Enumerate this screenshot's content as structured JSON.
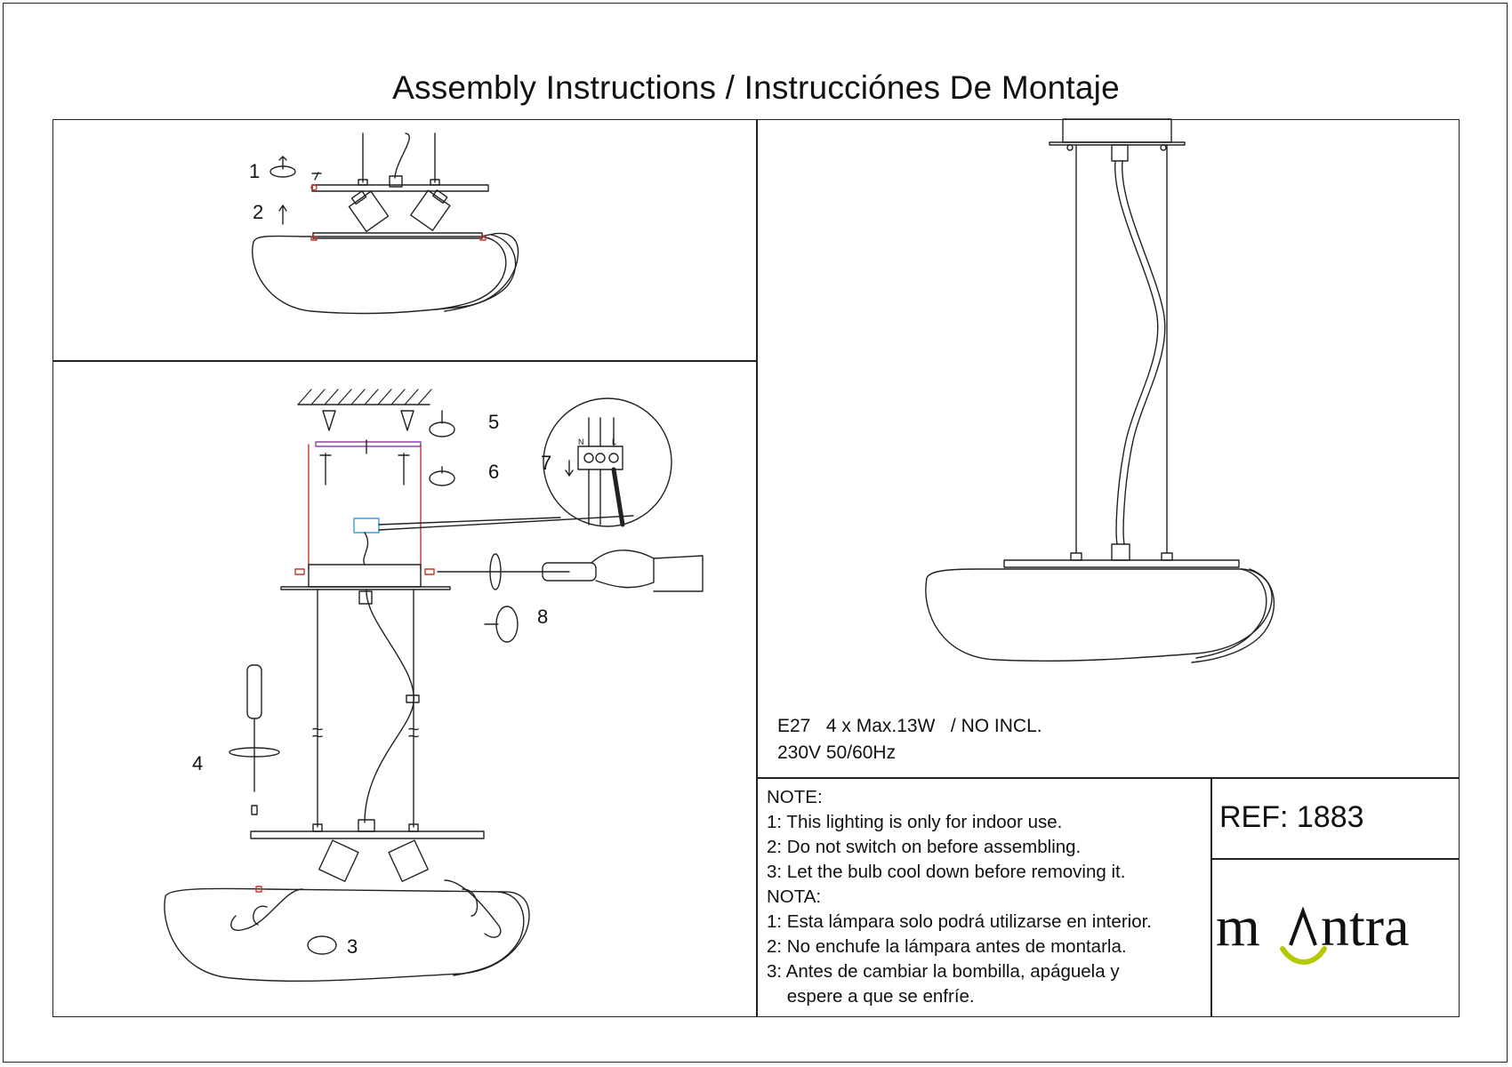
{
  "title": "Assembly Instructions / Instrucciónes De Montaje",
  "steps": {
    "s1": "1",
    "s2": "2",
    "s3": "3",
    "s4": "4",
    "s5": "5",
    "s6": "6",
    "s7": "7",
    "s8": "8"
  },
  "terminal_labels": [
    "N",
    "L"
  ],
  "spec": {
    "line1": "E27   4 x Max.13W   / NO INCL.",
    "line2": "230V 50/60Hz"
  },
  "notes": [
    "NOTE:",
    "1: This lighting is only for indoor use.",
    "2: Do not switch on before assembling.",
    "3: Let the bulb cool down before removing it.",
    "NOTA:",
    "1: Esta lámpara solo podrá utilizarse en interior.",
    "2: No enchufe la lámpara antes de montarla.",
    "3: Antes de cambiar la bombilla, apáguela y",
    "    espere a que se enfríe."
  ],
  "ref": "REF: 1883",
  "logo": {
    "text": "mantra",
    "accent_color": "#b5c900"
  },
  "colors": {
    "ink": "#222222",
    "wire": "#c0392b",
    "accent_blue": "#3aa0d8"
  }
}
